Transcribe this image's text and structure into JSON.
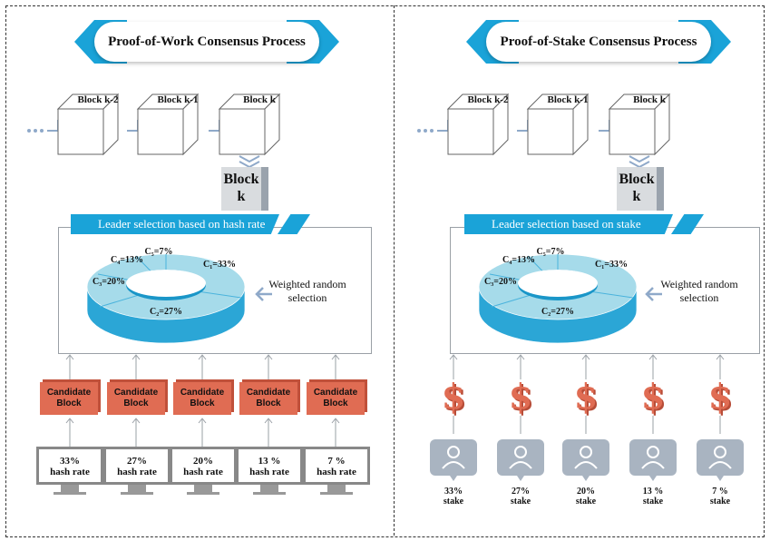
{
  "pow": {
    "title": "Proof-of-Work Consensus Process",
    "chain": {
      "dots": "···",
      "cube1": "Block k-2",
      "cube2": "Block k-1",
      "cube3": "Block k"
    },
    "new_block": {
      "line1": "Block",
      "line2": "k"
    },
    "banner": "Leader selection based on hash rate",
    "pie": [
      "C₁=33%",
      "C₂=27%",
      "C₃=20%",
      "C₄=13%",
      "C₅=7%"
    ],
    "weighted": "Weighted random selection",
    "candidate": "Candidate Block",
    "miners": [
      {
        "pct": "33%",
        "unit": "hash rate"
      },
      {
        "pct": "27%",
        "unit": "hash rate"
      },
      {
        "pct": "20%",
        "unit": "hash rate"
      },
      {
        "pct": "13 %",
        "unit": "hash rate"
      },
      {
        "pct": "7 %",
        "unit": "hash rate"
      }
    ]
  },
  "pos": {
    "title": "Proof-of-Stake Consensus Process",
    "chain": {
      "dots": "···",
      "cube1": "Block k-2",
      "cube2": "Block k-1",
      "cube3": "Block k"
    },
    "new_block": {
      "line1": "Block",
      "line2": "k"
    },
    "banner": "Leader selection based on stake",
    "pie": [
      "C₁=33%",
      "C₂=27%",
      "C₃=20%",
      "C₄=13%",
      "C₅=7%"
    ],
    "weighted": "Weighted random selection",
    "dollar": "$",
    "stakers": [
      {
        "pct": "33%",
        "unit": "stake"
      },
      {
        "pct": "27%",
        "unit": "stake"
      },
      {
        "pct": "20%",
        "unit": "stake"
      },
      {
        "pct": "13 %",
        "unit": "stake"
      },
      {
        "pct": "7 %",
        "unit": "stake"
      }
    ]
  },
  "colors": {
    "accent": "#1aa3d8",
    "pie_top": "#a6dbea",
    "pie_side": "#2ba6d6",
    "candidate": "#e06c53",
    "user_card": "#a9b4c1"
  }
}
